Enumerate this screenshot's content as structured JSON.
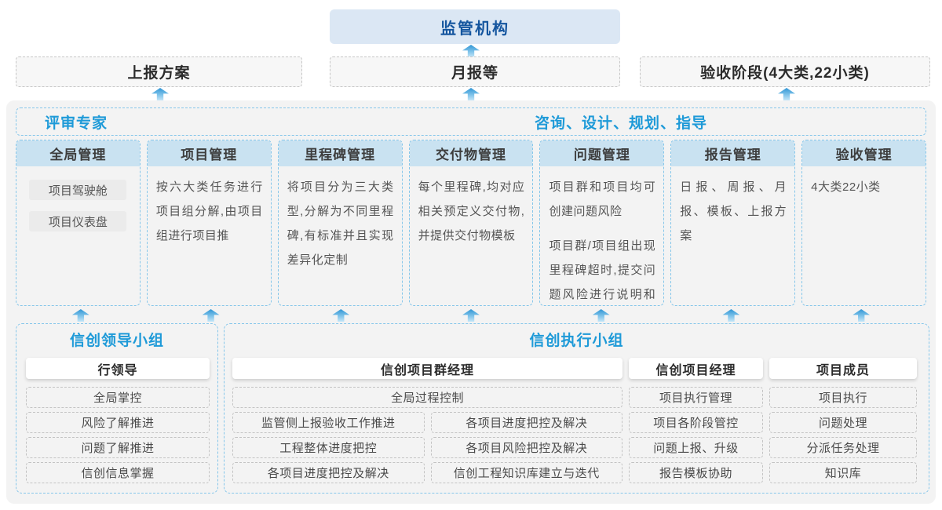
{
  "top": {
    "regulator": "监管机构",
    "reports": [
      "上报方案",
      "月报等",
      "验收阶段(4大类,22小类)"
    ]
  },
  "advisors": {
    "left": "评审专家",
    "right": "咨询、设计、规划、指导"
  },
  "columns": [
    {
      "title": "全局管理",
      "pills": [
        "项目驾驶舱",
        "项目仪表盘"
      ]
    },
    {
      "title": "项目管理",
      "body": "按六大类任务进行项目组分解,由项目组进行项目推"
    },
    {
      "title": "里程碑管理",
      "body": "将项目分为三大类型,分解为不同里程碑,有标准并且实现差异化定制"
    },
    {
      "title": "交付物管理",
      "body": "每个里程碑,均对应相关预定义交付物,并提供交付物模板"
    },
    {
      "title": "问题管理",
      "body1": "项目群和项目均可创建问题风险",
      "body2": "项目群/项目组出现里程碑超时,提交问题风险进行说明和解决"
    },
    {
      "title": "报告管理",
      "body": "日报、周报、月报、模板、上报方案"
    },
    {
      "title": "验收管理",
      "body": "4大类22小类"
    }
  ],
  "leader_group": {
    "title": "信创领导小组",
    "role": "行领导",
    "items": [
      "全局掌控",
      "风险了解推进",
      "问题了解推进",
      "信创信息掌握"
    ]
  },
  "exec_group": {
    "title": "信创执行小组",
    "pm_group": {
      "role": "信创项目群经理",
      "full_item": "全局过程控制",
      "left_items": [
        "监管侧上报验收工作推进",
        "工程整体进度把控",
        "各项目进度把控及解决"
      ],
      "right_items": [
        "各项目进度把控及解决",
        "各项目风险把控及解决",
        "信创工程知识库建立与迭代"
      ]
    },
    "pm": {
      "role": "信创项目经理",
      "items": [
        "项目执行管理",
        "项目各阶段管控",
        "问题上报、升级",
        "报告模板协助"
      ]
    },
    "member": {
      "role": "项目成员",
      "items": [
        "项目执行",
        "问题处理",
        "分派任务处理",
        "知识库"
      ]
    }
  },
  "colors": {
    "accent_blue": "#1e9ad8",
    "dark_blue": "#15569f",
    "header_blue_bg": "#c9e2f1",
    "regulator_bg": "#dbe7f4",
    "dashed_blue": "#85c6ea",
    "container_bg": "#f3f3f3"
  }
}
